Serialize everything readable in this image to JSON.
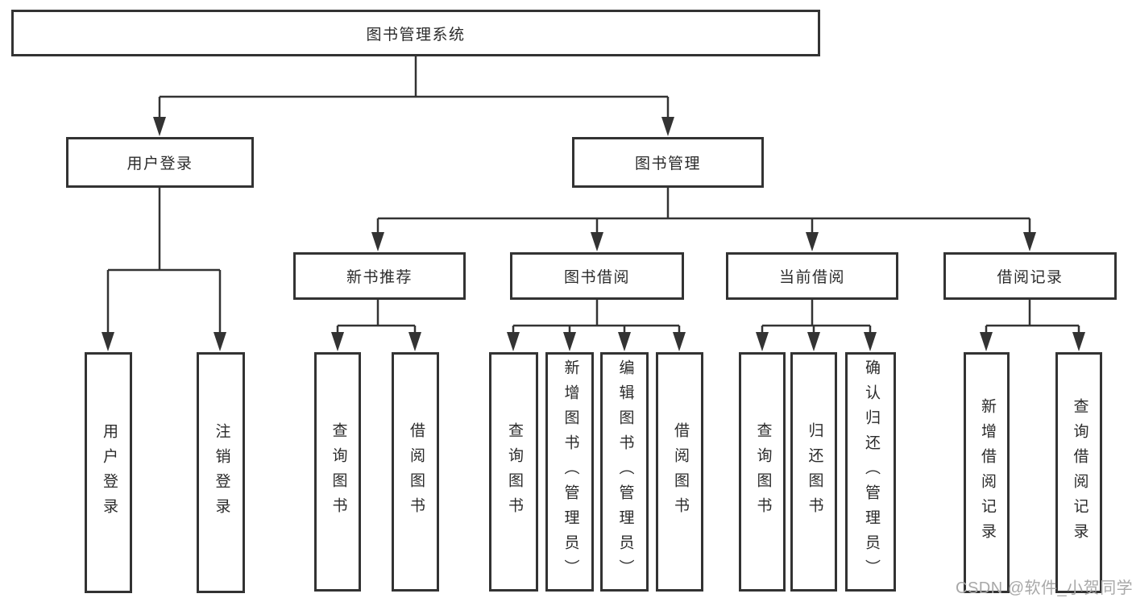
{
  "tree": {
    "root_label": "图书管理系统",
    "user_login": {
      "label": "用户登录",
      "children": {
        "login": "用户登录",
        "logout": "注销登录"
      }
    },
    "book_mgmt": {
      "label": "图书管理",
      "new_book_rec": {
        "label": "新书推荐",
        "children": {
          "query_books": "查询图书",
          "borrow_books": "借阅图书"
        }
      },
      "book_borrow": {
        "label": "图书借阅",
        "children": {
          "query_books": "查询图书",
          "add_books": "新增图书（管理员）",
          "edit_books": "编辑图书（管理员）",
          "borrow_books": "借阅图书"
        }
      },
      "current_borrow": {
        "label": "当前借阅",
        "children": {
          "query_books": "查询图书",
          "return_books": "归还图书",
          "confirm_return": "确认归还（管理员）"
        }
      },
      "borrow_records": {
        "label": "借阅记录",
        "children": {
          "add_record": "新增借阅记录",
          "query_record": "查询借阅记录"
        }
      }
    }
  },
  "watermark": "CSDN @软件_小贺同学",
  "colors": {
    "line": "#333333",
    "box_background": "#ffffff",
    "text": "#2b2b2b",
    "watermark_text": "#a8a8a8"
  }
}
